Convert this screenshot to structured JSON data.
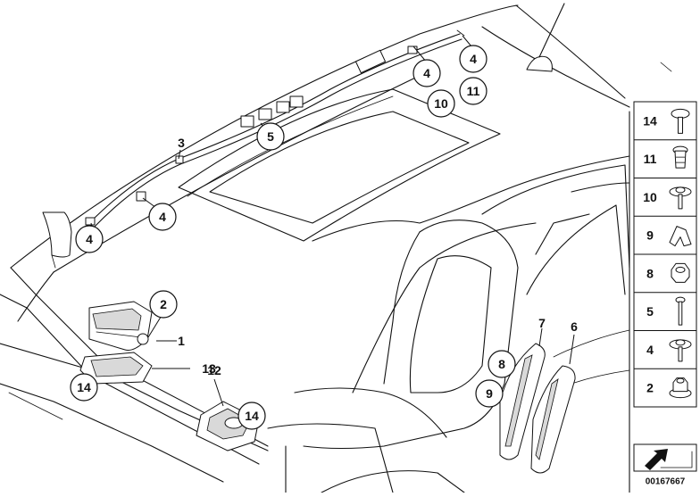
{
  "figure_id": "00167667",
  "callouts": [
    {
      "label": "4",
      "circled": true
    },
    {
      "label": "4",
      "circled": true
    },
    {
      "label": "10",
      "circled": true
    },
    {
      "label": "11",
      "circled": true
    },
    {
      "label": "5",
      "circled": true
    },
    {
      "label": "3",
      "circled": false
    },
    {
      "label": "4",
      "circled": true
    },
    {
      "label": "4",
      "circled": true
    },
    {
      "label": "2",
      "circled": true
    },
    {
      "label": "1",
      "circled": false
    },
    {
      "label": "13",
      "circled": false
    },
    {
      "label": "14",
      "circled": true
    },
    {
      "label": "12",
      "circled": false
    },
    {
      "label": "14",
      "circled": true
    },
    {
      "label": "7",
      "circled": false
    },
    {
      "label": "6",
      "circled": false
    },
    {
      "label": "8",
      "circled": true
    },
    {
      "label": "9",
      "circled": true
    }
  ],
  "legend": [
    {
      "label": "14",
      "icon": "flat-head-screw-icon"
    },
    {
      "label": "11",
      "icon": "expanding-rivet-icon"
    },
    {
      "label": "10",
      "icon": "washer-screw-icon"
    },
    {
      "label": "9",
      "icon": "retaining-clip-icon"
    },
    {
      "label": "8",
      "icon": "hex-nut-icon"
    },
    {
      "label": "5",
      "icon": "screw-icon"
    },
    {
      "label": "4",
      "icon": "washer-screw-icon"
    },
    {
      "label": "2",
      "icon": "flange-nut-icon"
    }
  ],
  "footer_icon": "arrow-direction-icon"
}
